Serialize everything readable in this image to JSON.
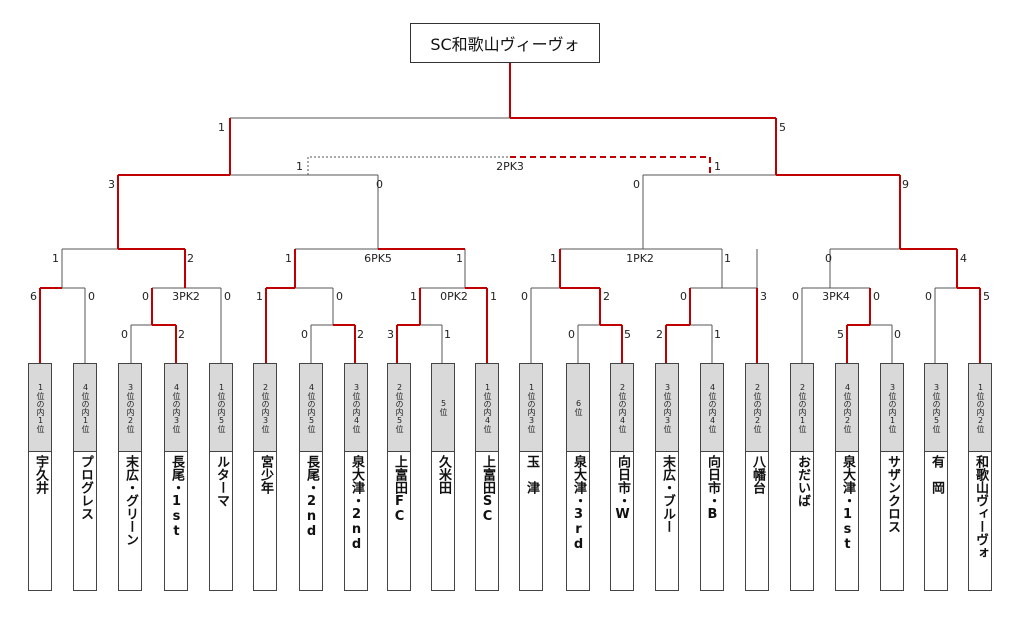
{
  "champion": "SC和歌山ヴィーヴォ",
  "teams": [
    {
      "rank": "1位の内1位",
      "name": "宇久井"
    },
    {
      "rank": "4位の内1位",
      "name": "プログレス"
    },
    {
      "rank": "3位の内2位",
      "name": "末広・グリーン"
    },
    {
      "rank": "4位の内3位",
      "name": "長尾・1st"
    },
    {
      "rank": "1位の内5位",
      "name": "ルターマ"
    },
    {
      "rank": "2位の内3位",
      "name": "宮少年"
    },
    {
      "rank": "4位の内5位",
      "name": "長尾・2nd"
    },
    {
      "rank": "3位の内4位",
      "name": "泉大津・2nd"
    },
    {
      "rank": "2位の内5位",
      "name": "上富田FC"
    },
    {
      "rank": "5位",
      "name": "久米田"
    },
    {
      "rank": "1位の内4位",
      "name": "上富田SC"
    },
    {
      "rank": "1位の内3位",
      "name": "玉　津"
    },
    {
      "rank": "6位",
      "name": "泉大津・3rd"
    },
    {
      "rank": "2位の内4位",
      "name": "向日市・W"
    },
    {
      "rank": "3位の内3位",
      "name": "末広・ブルー"
    },
    {
      "rank": "4位の内4位",
      "name": "向日市・B"
    },
    {
      "rank": "2位の内2位",
      "name": "八幡台"
    },
    {
      "rank": "2位の内1位",
      "name": "おだいば"
    },
    {
      "rank": "4位の内2位",
      "name": "泉大津・1st"
    },
    {
      "rank": "3位の内1位",
      "name": "サザンクロス"
    },
    {
      "rank": "3位の内5位",
      "name": "有　岡"
    },
    {
      "rank": "1位の内2位",
      "name": "和歌山ヴィーヴォ"
    }
  ],
  "scores": {
    "r1_t2_l": "0",
    "r1_t2_r": "2",
    "r1_t7_l": "0",
    "r1_t7_r": "2",
    "r1_t9_l": "3",
    "r1_t9_r": "1",
    "r1_t13_l": "0",
    "r1_t13_r": "5",
    "r1_t14_l": "2",
    "r1_t14_r": "1",
    "r1_t18_l": "5",
    "r1_t18_r": "0",
    "r2_a_l": "6",
    "r2_a_r": "0",
    "r2_b_l": "0",
    "r2_b_r": "0",
    "r2_b_pk": "3PK2",
    "r2_c_l": "1",
    "r2_c_r": "0",
    "r2_d_l": "1",
    "r2_d_r": "1",
    "r2_d_pk": "0PK2",
    "r2_e_l": "0",
    "r2_e_r": "2",
    "r2_f_l": "0",
    "r2_f_r": "3",
    "r2_g_l": "0",
    "r2_g_r": "0",
    "r2_g_pk": "3PK4",
    "r2_h_l": "0",
    "r2_h_r": "5",
    "r3_a_l": "1",
    "r3_a_r": "2",
    "r3_b_l": "1",
    "r3_b_r": "1",
    "r3_b_pk": "6PK5",
    "r3_c_l": "1",
    "r3_c_r": "1",
    "r3_c_pk": "1PK2",
    "r3_d_l": "0",
    "r3_d_r": "4",
    "qf_a_l": "3",
    "qf_a_r": "0",
    "qf_b_l": "0",
    "qf_b_r": "9",
    "sf_l": "1",
    "sf_r": "1",
    "sf_pk": "2PK3",
    "f_l": "1",
    "f_r": "5"
  }
}
